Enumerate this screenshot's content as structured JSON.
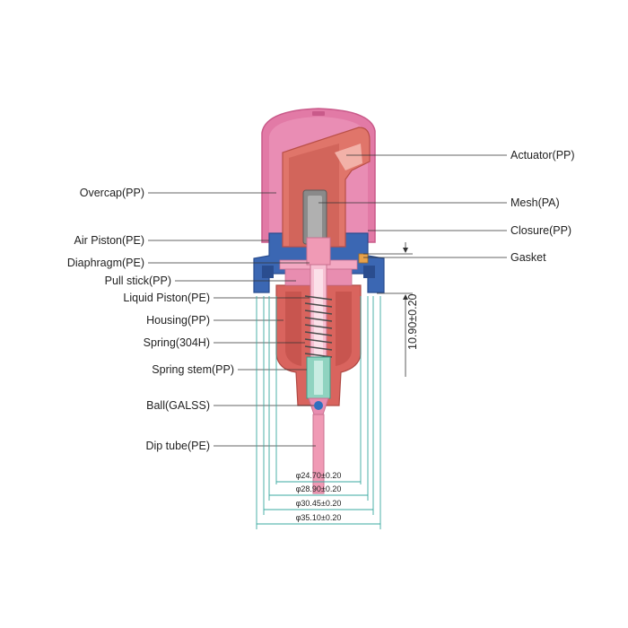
{
  "labels_left": {
    "overcap": "Overcap(PP)",
    "air_piston": "Air Piston(PE)",
    "diaphragm": "Diaphragm(PE)",
    "pull_stick": "Pull stick(PP)",
    "liquid_piston": "Liquid Piston(PE)",
    "housing": "Housing(PP)",
    "spring": "Spring(304H)",
    "spring_stem": "Spring stem(PP)",
    "ball": "Ball(GALSS)",
    "dip_tube": "Dip tube(PE)"
  },
  "labels_right": {
    "actuator": "Actuator(PP)",
    "mesh": "Mesh(PA)",
    "closure": "Closure(PP)",
    "gasket": "Gasket"
  },
  "dimensions": {
    "height": "10.90±0.20",
    "d1": "φ24.70±0.20",
    "d2": "φ28.90±0.20",
    "d3": "φ30.45±0.20",
    "d4": "φ35.10±0.20"
  },
  "colors": {
    "overcap": "#e27aa6",
    "overcap_dark": "#c95a8a",
    "actuator": "#e0756a",
    "housing": "#d9645e",
    "closure": "#3b67b3",
    "closure_dark": "#2a4d8f",
    "mesh": "#8a8a8a",
    "stem": "#f09ab5",
    "spring_stem": "#8fd3c0",
    "ball": "#2f6fbf",
    "dimension": "#39a9a0"
  }
}
